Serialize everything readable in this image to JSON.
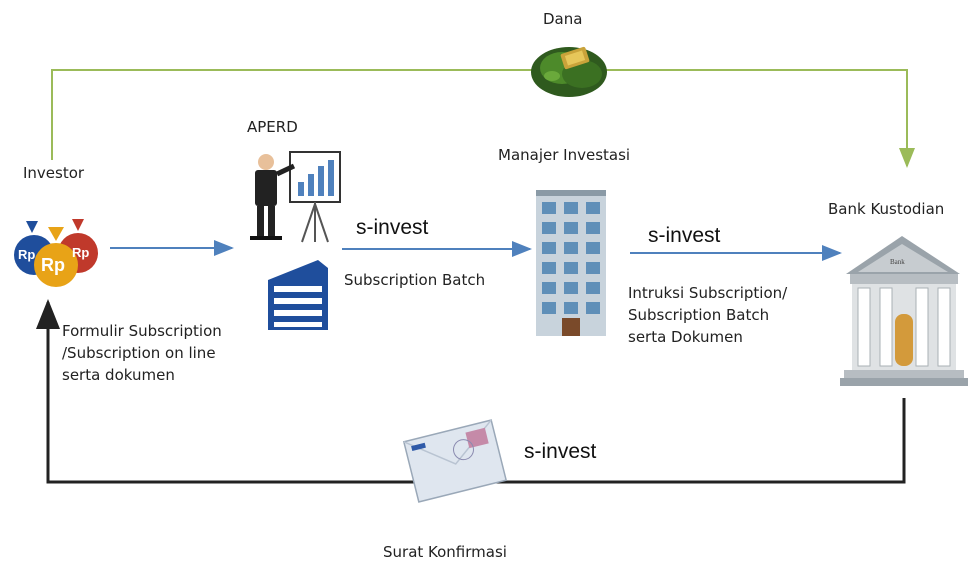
{
  "labels": {
    "dana": "Dana",
    "aperd": "APERD",
    "investor": "Investor",
    "manajer_investasi": "Manajer Investasi",
    "bank_kustodian": "Bank Kustodian",
    "surat_konfirmasi": "Surat Konfirmasi"
  },
  "flows": {
    "s_invest_1": "s-invest",
    "s_invest_2": "s-invest",
    "s_invest_3": "s-invest",
    "subscription_batch": "Subscription Batch",
    "formulir": [
      "Formulir Subscription",
      "/Subscription on line",
      "serta dokumen"
    ],
    "intruksi": [
      "Intruksi Subscription/",
      "Subscription Batch",
      "serta Dokumen"
    ]
  },
  "icon_text": {
    "rp1": "Rp",
    "rp2": "Rp",
    "rp3": "Rp",
    "bank_sign": "Bank"
  },
  "colors": {
    "dana_line": "#9bbb59",
    "blue_arrow": "#4f81bd",
    "return_line": "#222222"
  },
  "icons": [
    "money-bags-icon",
    "presenter-icon",
    "office-building-icon",
    "tower-building-icon",
    "bank-icon",
    "envelope-icon",
    "money-bundle-icon"
  ]
}
